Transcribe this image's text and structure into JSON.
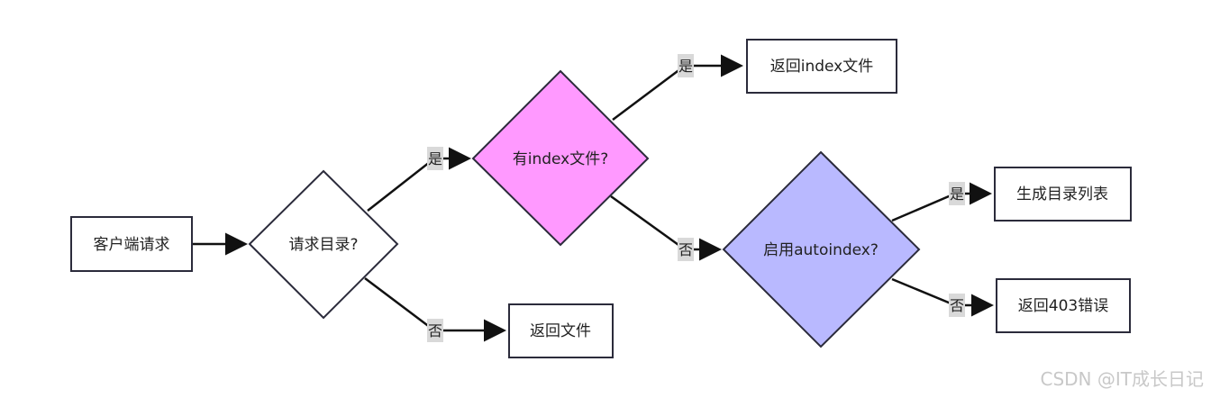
{
  "colors": {
    "stroke": "#2b2b3b",
    "box_fill": "#ffffff",
    "decision_plain_fill": "#ffffff",
    "decision_index_fill": "#ff99ff",
    "decision_autoindex_fill": "#b9b9ff",
    "label_bg": "#d9d9d9"
  },
  "nodes": {
    "client": "客户端请求",
    "is_dir": "请求目录?",
    "has_index": "有index文件?",
    "return_index": "返回index文件",
    "return_file": "返回文件",
    "autoindex": "启用autoindex?",
    "gen_list": "生成目录列表",
    "return_403": "返回403错误"
  },
  "edge_labels": {
    "isdir_yes": "是",
    "isdir_no": "否",
    "index_yes": "是",
    "index_no": "否",
    "auto_yes": "是",
    "auto_no": "否"
  },
  "watermark": "CSDN @IT成长日记"
}
